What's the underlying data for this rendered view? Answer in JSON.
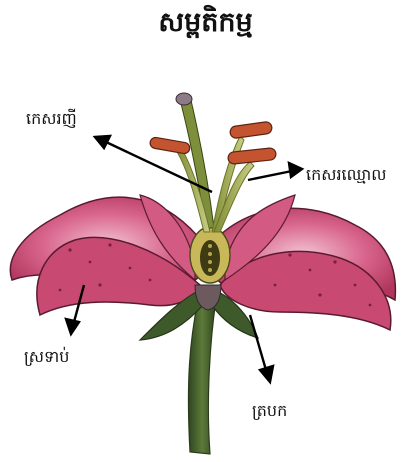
{
  "title": "សម្ពតិកម្ម",
  "labels": {
    "pistil": "កេសរញី",
    "stamen": "កេសរឈ្មោល",
    "petal": "ស្រទាប់",
    "sepal": "ត្របក"
  },
  "colors": {
    "petal": "#c8456e",
    "petal_light": "#e39ab2",
    "stem": "#3f5a2a",
    "anther": "#c4542f",
    "filament": "#9aa44a",
    "arrow": "#000000"
  }
}
